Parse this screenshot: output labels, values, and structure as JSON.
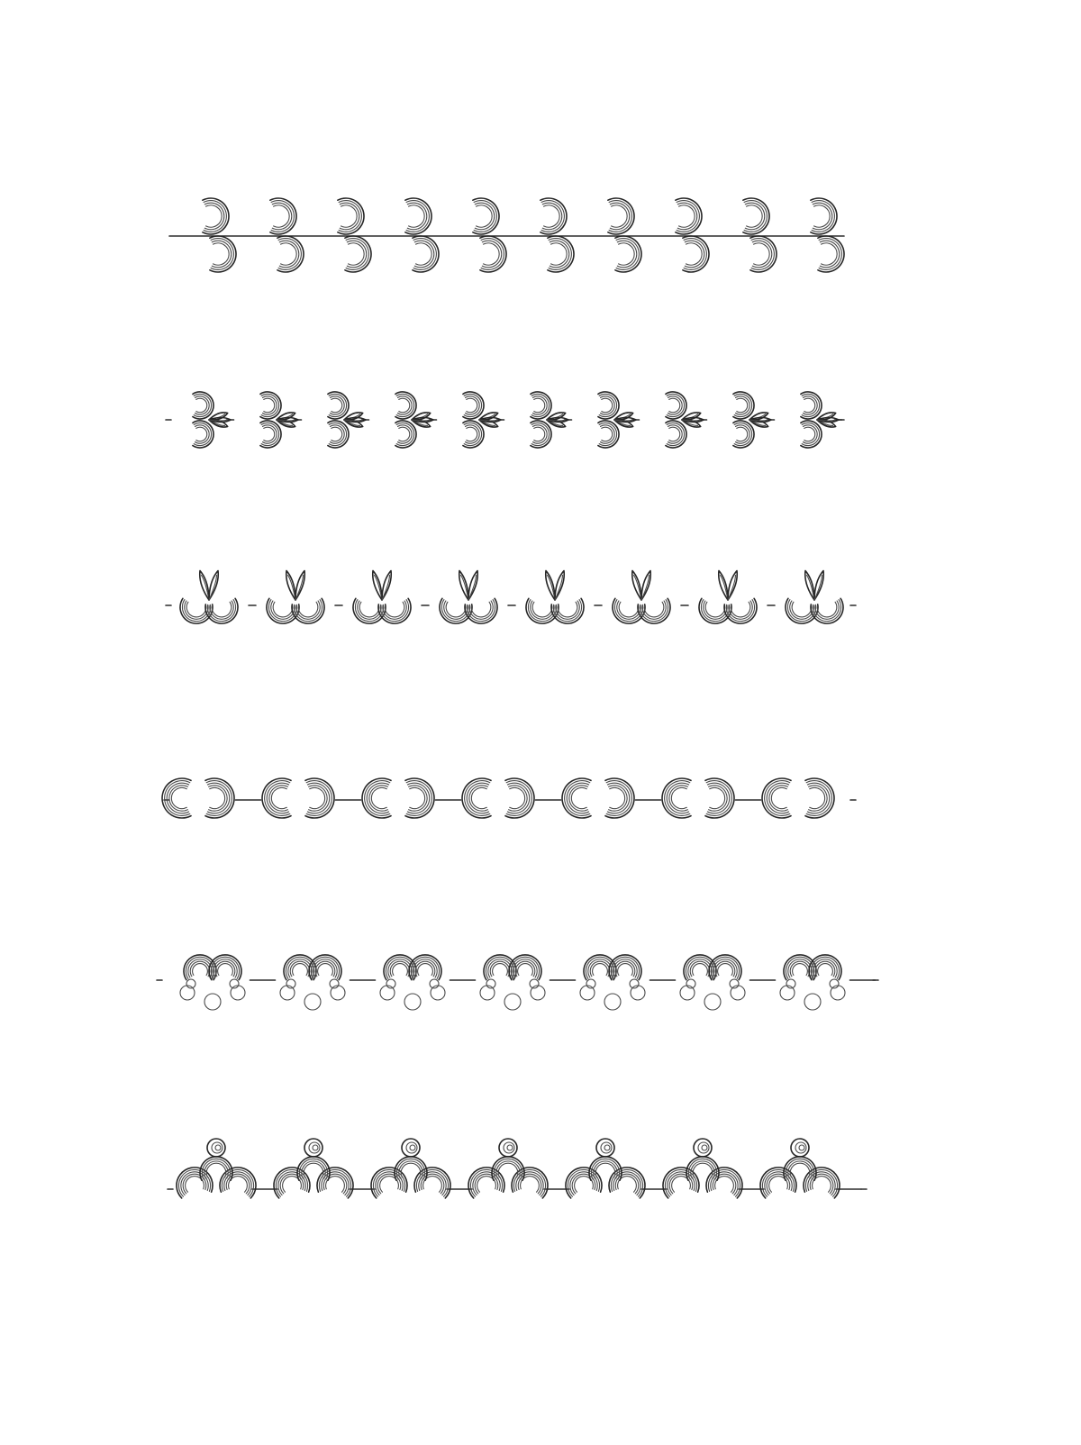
{
  "page": {
    "background": "#ffffff",
    "ink_color": "#262626"
  },
  "borders": [
    {
      "name": "border-row-crescent-s-scroll",
      "motif": "s-scroll-crescent-icon",
      "repeat": 10,
      "line": "solid"
    },
    {
      "name": "border-row-scroll-with-petals",
      "motif": "scroll-petal-icon",
      "repeat": 10,
      "line": "dashed"
    },
    {
      "name": "border-row-leaf-crescent",
      "motif": "leaf-crescent-icon",
      "repeat": 8,
      "line": "dashed"
    },
    {
      "name": "border-row-twin-crescent",
      "motif": "twin-crescent-icon",
      "repeat": 7,
      "line": "dashed"
    },
    {
      "name": "border-row-twin-crescent-bubbles",
      "motif": "crescent-bubbles-icon",
      "repeat": 7,
      "line": "dashed"
    },
    {
      "name": "border-row-triple-crescent-spiral",
      "motif": "triple-crescent-spiral-icon",
      "repeat": 7,
      "line": "dashed"
    }
  ]
}
